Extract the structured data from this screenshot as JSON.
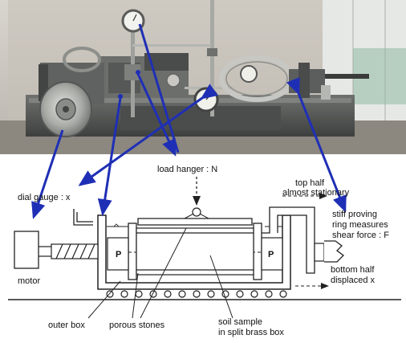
{
  "labels": {
    "load_hanger": "load hanger : N",
    "dial_gauge": "dial gauge : x",
    "top_half_1": "top half",
    "top_half_2": "almost stationary",
    "proving_ring_1": "stiff proving",
    "proving_ring_2": "ring measures",
    "proving_ring_3": "shear force : F",
    "bottom_half_1": "bottom half",
    "bottom_half_2": "displaced x",
    "motor": "motor",
    "outer_box": "outer box",
    "porous_stones": "porous stones",
    "soil_sample_1": "soil sample",
    "soil_sample_2": "in split brass box",
    "p_left": "P",
    "p_right": "P"
  },
  "colors": {
    "arrow": "#1f2fb5",
    "line": "#222222",
    "wall_backdrop": "#c9c4bc",
    "machine_body": "#5b5e5c",
    "metal": "#a8aaa6"
  }
}
